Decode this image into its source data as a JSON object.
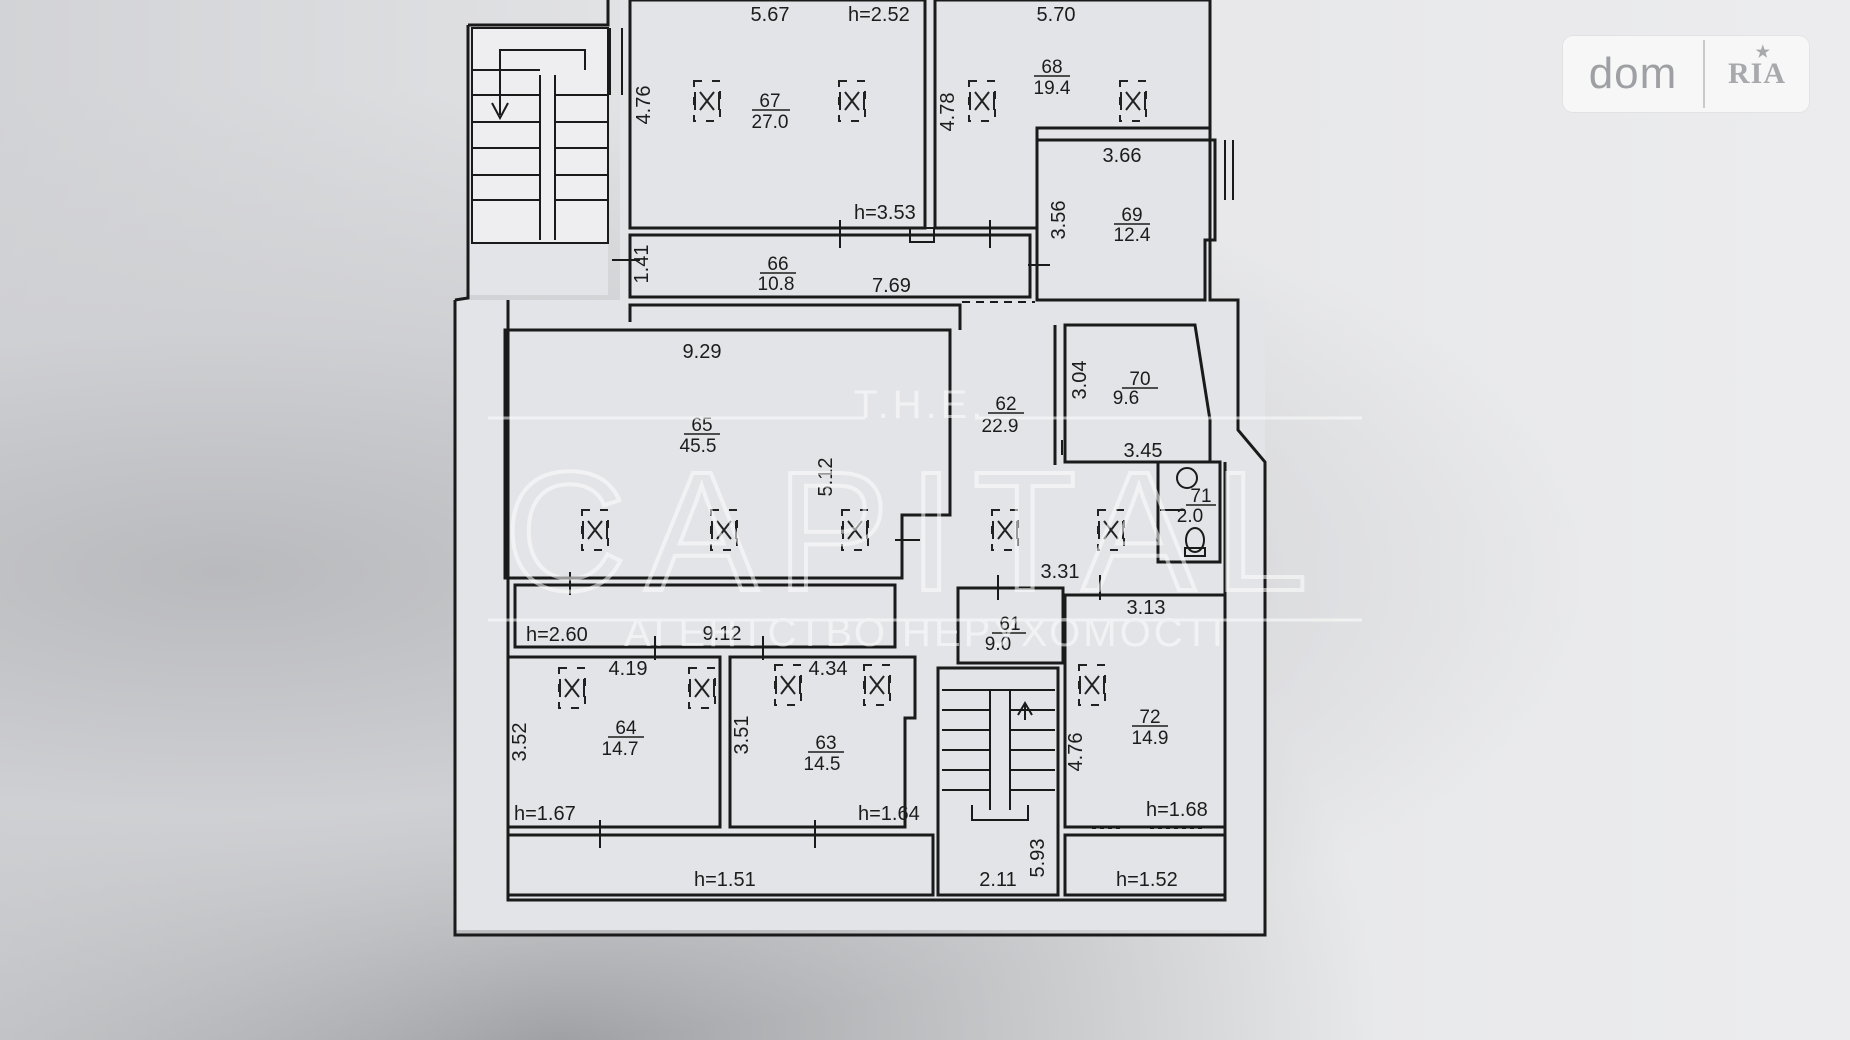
{
  "rooms": [
    {
      "id": "room-67",
      "number": "67",
      "area": "27.0"
    },
    {
      "id": "room-68",
      "number": "68",
      "area": "19.4"
    },
    {
      "id": "room-69",
      "number": "69",
      "area": "12.4"
    },
    {
      "id": "room-66",
      "number": "66",
      "area": "10.8"
    },
    {
      "id": "room-65",
      "number": "65",
      "area": "45.5"
    },
    {
      "id": "room-62",
      "number": "62",
      "area": "22.9"
    },
    {
      "id": "room-70",
      "number": "70",
      "area": "9.6"
    },
    {
      "id": "room-71",
      "number": "71",
      "area": "2.0"
    },
    {
      "id": "room-61",
      "number": "61",
      "area": "9.0"
    },
    {
      "id": "room-64",
      "number": "64",
      "area": "14.7"
    },
    {
      "id": "room-63",
      "number": "63",
      "area": "14.5"
    },
    {
      "id": "room-72",
      "number": "72",
      "area": "14.9"
    }
  ],
  "dimensions": {
    "d567": "5.67",
    "d570": "5.70",
    "h252": "h=2.52",
    "d476": "4.76",
    "d478": "4.78",
    "d366": "3.66",
    "d356": "3.56",
    "h353": "h=3.53",
    "d141": "1.41",
    "d769": "7.69",
    "d929": "9.29",
    "d512": "5.12",
    "d304": "3.04",
    "d345": "3.45",
    "d331": "3.31",
    "d313": "3.13",
    "h260": "h=2.60",
    "d912": "9.12",
    "d419": "4.19",
    "d434": "4.34",
    "d352": "3.52",
    "d351": "3.51",
    "d476b": "4.76",
    "h167": "h=1.67",
    "h164": "h=1.64",
    "h168": "h=1.68",
    "h151": "h=1.51",
    "d211": "2.11",
    "d593": "5.93",
    "h152": "h=1.52"
  },
  "watermark": {
    "top": "T.H.E.",
    "main": "CAPITAL",
    "sub": "АГЕНТСТВО НЕРУХОМОСТІ"
  },
  "logo": {
    "dom": "dom",
    "ria": "RIA"
  },
  "colors": {
    "wall": "#1a1a1a",
    "floor": "#e2e3e6",
    "paper": "#e9eaec",
    "watermark": "#ffffff"
  }
}
